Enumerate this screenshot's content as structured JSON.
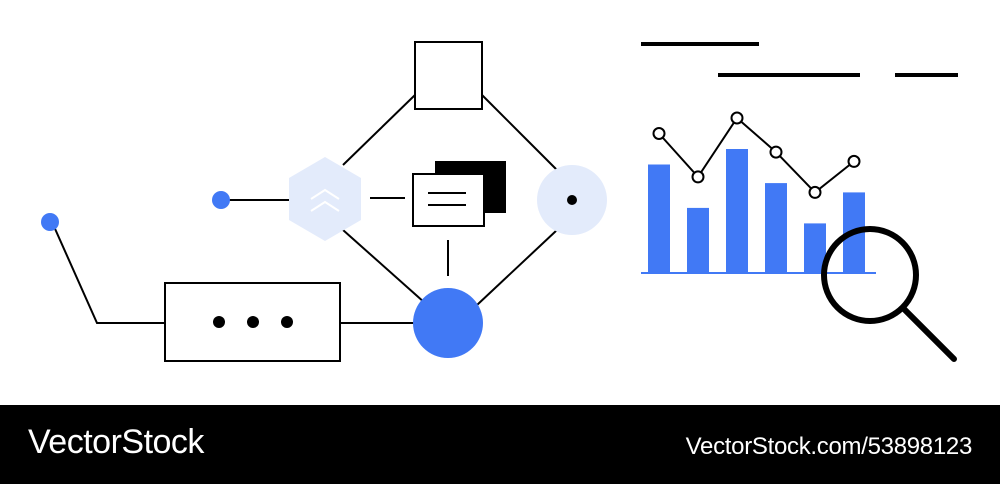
{
  "colors": {
    "accent": "#4179f5",
    "pale": "#e3ebfb",
    "ink": "#000000",
    "paper": "#ffffff"
  },
  "icons": [
    "chevron-up-icon",
    "document-stack-icon",
    "more-dots-icon",
    "magnifying-glass-icon"
  ],
  "chart_data": {
    "type": "bar",
    "bars": {
      "values": [
        7,
        4.2,
        8,
        5.8,
        3.2,
        5.2
      ]
    },
    "line": {
      "values": [
        9,
        6.2,
        10,
        7.8,
        5.2,
        7.2
      ]
    },
    "ylim": [
      0,
      10
    ]
  },
  "footer": {
    "brand": "VectorStock",
    "stock_id": "VectorStock.com/53898123"
  }
}
